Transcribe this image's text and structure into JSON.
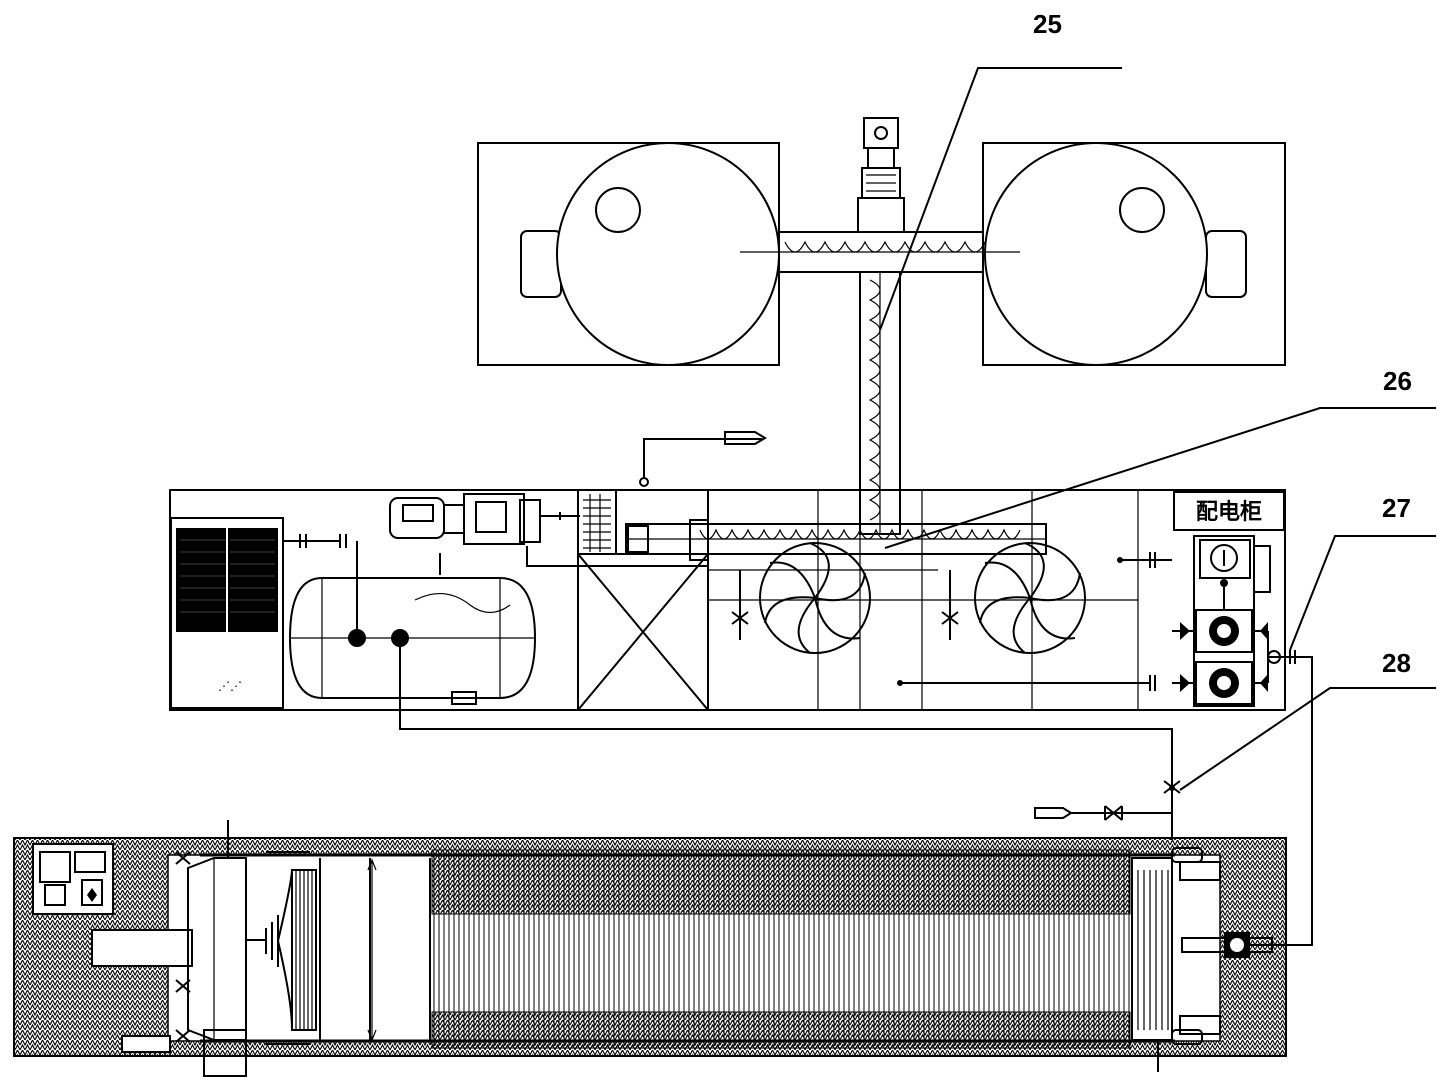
{
  "labels": {
    "l25": "25",
    "l26": "26",
    "l27": "27",
    "l28": "28"
  },
  "cabinet_text": "配电柜",
  "colors": {
    "line": "#000000",
    "background": "#ffffff",
    "hatch": "#000000"
  }
}
